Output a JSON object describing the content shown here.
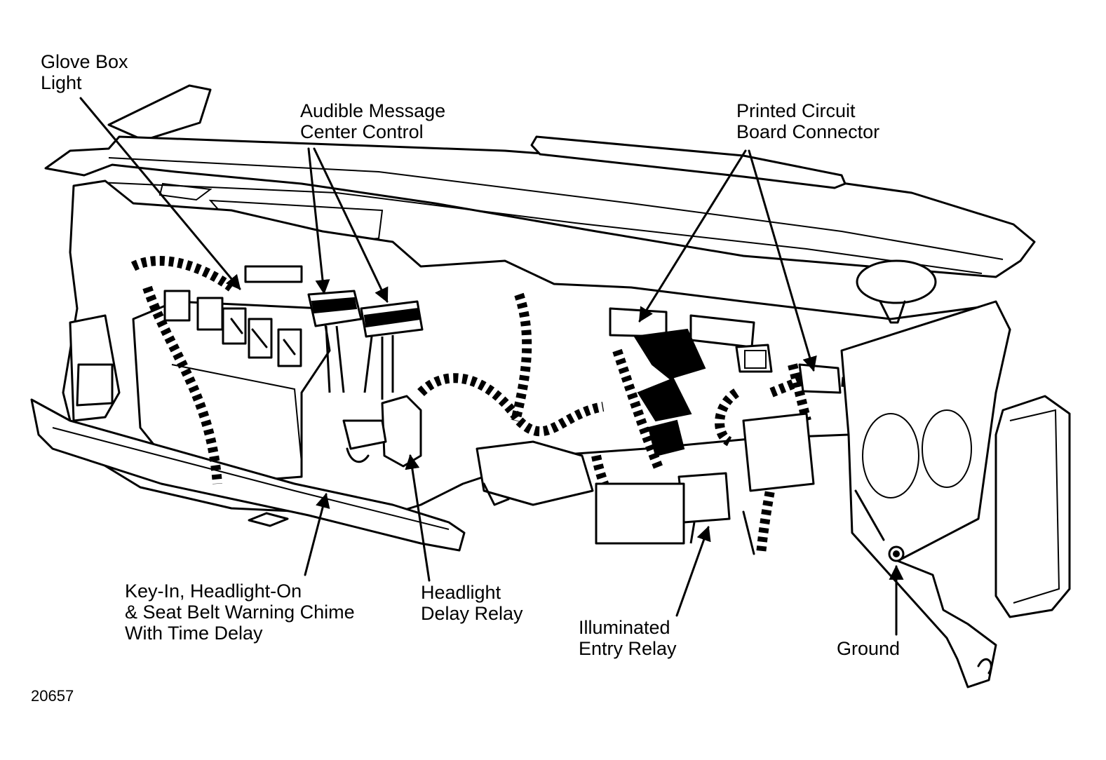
{
  "labels": {
    "glove_box_light": [
      "Glove Box",
      "Light"
    ],
    "audible_message": [
      "Audible Message",
      "Center Control"
    ],
    "printed_circuit": [
      "Printed Circuit",
      "Board Connector"
    ],
    "chime": [
      "Key-In, Headlight-On",
      "& Seat Belt Warning Chime",
      "With Time Delay"
    ],
    "headlight_delay": [
      "Headlight",
      "Delay Relay"
    ],
    "illuminated_entry": [
      "Illuminated",
      "Entry Relay"
    ],
    "ground": [
      "Ground"
    ]
  },
  "figure_number": "20657"
}
